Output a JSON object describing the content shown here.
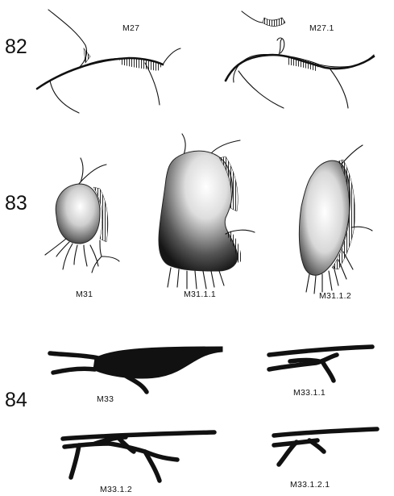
{
  "figures": [
    {
      "number": "82",
      "labels": [
        "M27",
        "M27.1"
      ]
    },
    {
      "number": "83",
      "labels": [
        "M31",
        "M31.1.1",
        "M31.1.2"
      ]
    },
    {
      "number": "84",
      "labels": [
        "M33",
        "M33.1.1",
        "M33.1.2",
        "M33.1.2.1"
      ]
    }
  ]
}
